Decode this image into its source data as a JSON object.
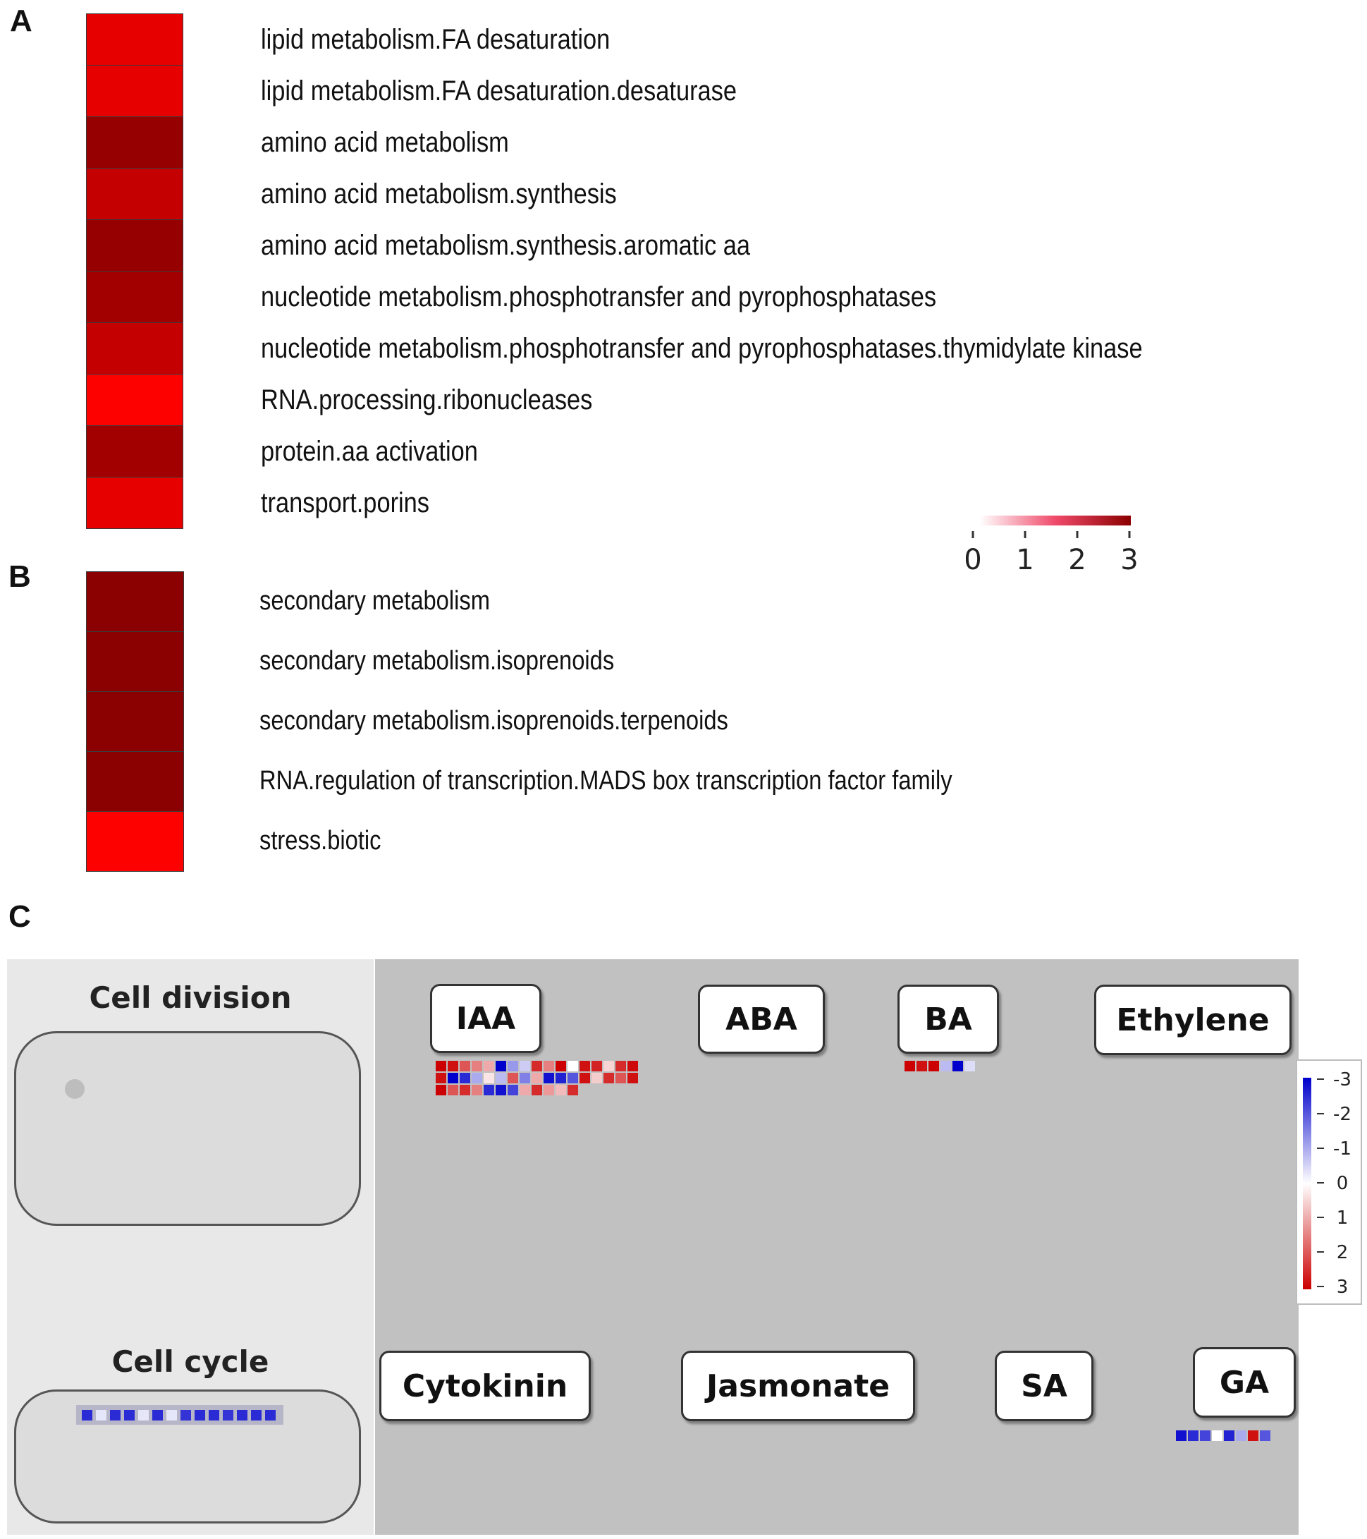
{
  "panels": {
    "a": "A",
    "b": "B",
    "c": "C"
  },
  "colors": {
    "scale_low": "#ffffff",
    "scale_high": "#8b0000",
    "pathway_bg": "#c1c1c1",
    "cell_bg": "#e8e8e8",
    "neg_color": "#0000cc",
    "pos_color": "#cc0000"
  },
  "chart_data": [
    {
      "type": "heatmap",
      "panel": "A",
      "categories": [
        "lipid metabolism.FA desaturation",
        "lipid metabolism.FA desaturation.desaturase",
        "amino acid metabolism",
        "amino acid metabolism.synthesis",
        "amino acid metabolism.synthesis.aromatic aa",
        "nucleotide metabolism.phosphotransfer and pyrophosphatases",
        "nucleotide metabolism.phosphotransfer and pyrophosphatases.thymidylate kinase",
        "RNA.processing.ribonucleases",
        "protein.aa activation",
        "transport.porins"
      ],
      "values": [
        2.2,
        2.2,
        2.9,
        2.5,
        2.9,
        2.8,
        2.5,
        2.0,
        2.8,
        2.2
      ],
      "colorbar": {
        "ticks": [
          "0",
          "1",
          "2",
          "3"
        ],
        "range": [
          0,
          3
        ]
      }
    },
    {
      "type": "heatmap",
      "panel": "B",
      "categories": [
        "secondary metabolism",
        "secondary metabolism.isoprenoids",
        "secondary metabolism.isoprenoids.terpenoids",
        "RNA.regulation of transcription.MADS box transcription factor family",
        "stress.biotic"
      ],
      "values": [
        3.0,
        3.0,
        3.0,
        3.0,
        2.0
      ]
    },
    {
      "type": "heatmap",
      "panel": "C",
      "regions": {
        "cell_division": "Cell division",
        "cell_cycle": "Cell cycle"
      },
      "hormones": {
        "iaa": "IAA",
        "aba": "ABA",
        "ba": "BA",
        "ethylene": "Ethylene",
        "cytokinin": "Cytokinin",
        "jasmonate": "Jasmonate",
        "sa": "SA",
        "ga": "GA"
      },
      "gene_values": {
        "IAA": [
          [
            3,
            2.8,
            2,
            1.5,
            1,
            -3,
            -1.2,
            -0.6,
            2.5,
            1.5,
            3,
            0,
            2.8,
            2.6,
            0.5,
            2.5,
            2.9
          ],
          [
            2.8,
            -3,
            -2.5,
            -1,
            0.3,
            -0.8,
            2,
            -1.5,
            1,
            -2.8,
            -2.6,
            -2,
            2.8,
            0.6,
            2.5,
            2,
            2.8
          ],
          [
            3,
            2,
            2.5,
            1.5,
            -2.5,
            -2.8,
            -2.2,
            1,
            2.5,
            1.2,
            0.8,
            2.5
          ]
        ],
        "BA": [
          [
            3,
            2.8,
            3,
            -0.8,
            -3,
            -0.4
          ]
        ],
        "GA": [
          -2.8,
          -2.5,
          -2.2,
          0,
          -2.6,
          -1,
          2.8,
          -2
        ]
      },
      "cell_cycle_values": [
        -2.5,
        -0.3,
        -2.5,
        -2.5,
        -0.3,
        -2.5,
        -0.3,
        -2.4,
        -2.5,
        -2.5,
        -2.4,
        -2.5,
        -2.5,
        -2.5
      ],
      "cell_division_values": [
        0
      ],
      "colorbar": {
        "ticks": [
          "-3",
          "-2",
          "-1",
          "0",
          "1",
          "2",
          "3"
        ],
        "range": [
          -3,
          3
        ]
      }
    }
  ]
}
